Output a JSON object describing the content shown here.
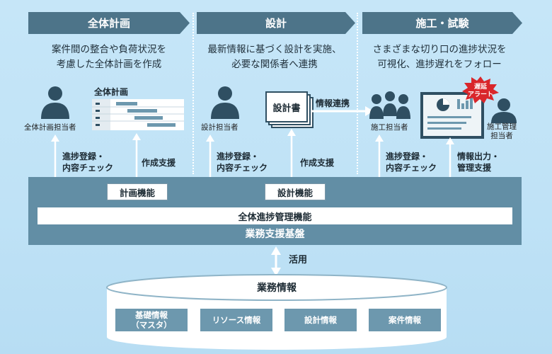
{
  "phases": [
    {
      "title": "全体計画",
      "desc": [
        "案件間の整合や負荷状況を",
        "考慮した全体計画を作成"
      ]
    },
    {
      "title": "設計",
      "desc": [
        "最新情報に基づく設計を実施、",
        "必要な関係者へ連携"
      ]
    },
    {
      "title": "施工・試験",
      "desc": [
        "さまざまな切り口の進捗状況を",
        "可視化、進捗遅れをフォロー"
      ]
    }
  ],
  "actors": {
    "planner": "全体計画担当者",
    "designer": "設計担当者",
    "constructor": "施工担当者",
    "manager": [
      "施工管理",
      "担当者"
    ]
  },
  "artifacts": {
    "plan_chart_title": "全体計画",
    "design_doc": "設計書",
    "info_link": "情報連携",
    "delay_alert": [
      "遅延",
      "アラート"
    ]
  },
  "flows": {
    "progress_register": [
      "進捗登録・",
      "内容チェック"
    ],
    "creation_support": "作成支援",
    "info_output": [
      "情報出力・",
      "管理支援"
    ],
    "utilize": "活用"
  },
  "platform": {
    "plan_function": "計画機能",
    "design_function": "設計機能",
    "overall_progress": "全体進捗管理機能",
    "name": "業務支援基盤"
  },
  "database": {
    "title": "業務情報",
    "tiles": [
      {
        "lines": [
          "基礎情報",
          "（マスタ）"
        ]
      },
      {
        "lines": [
          "リソース情報"
        ]
      },
      {
        "lines": [
          "設計情報"
        ]
      },
      {
        "lines": [
          "案件情報"
        ]
      }
    ]
  },
  "colors": {
    "banner": "#4d7489",
    "platform": "#628ea5",
    "tile": "#6d98ae",
    "person": "#2f4f62",
    "alert": "#d9262b",
    "background": "#c6e6f8"
  }
}
